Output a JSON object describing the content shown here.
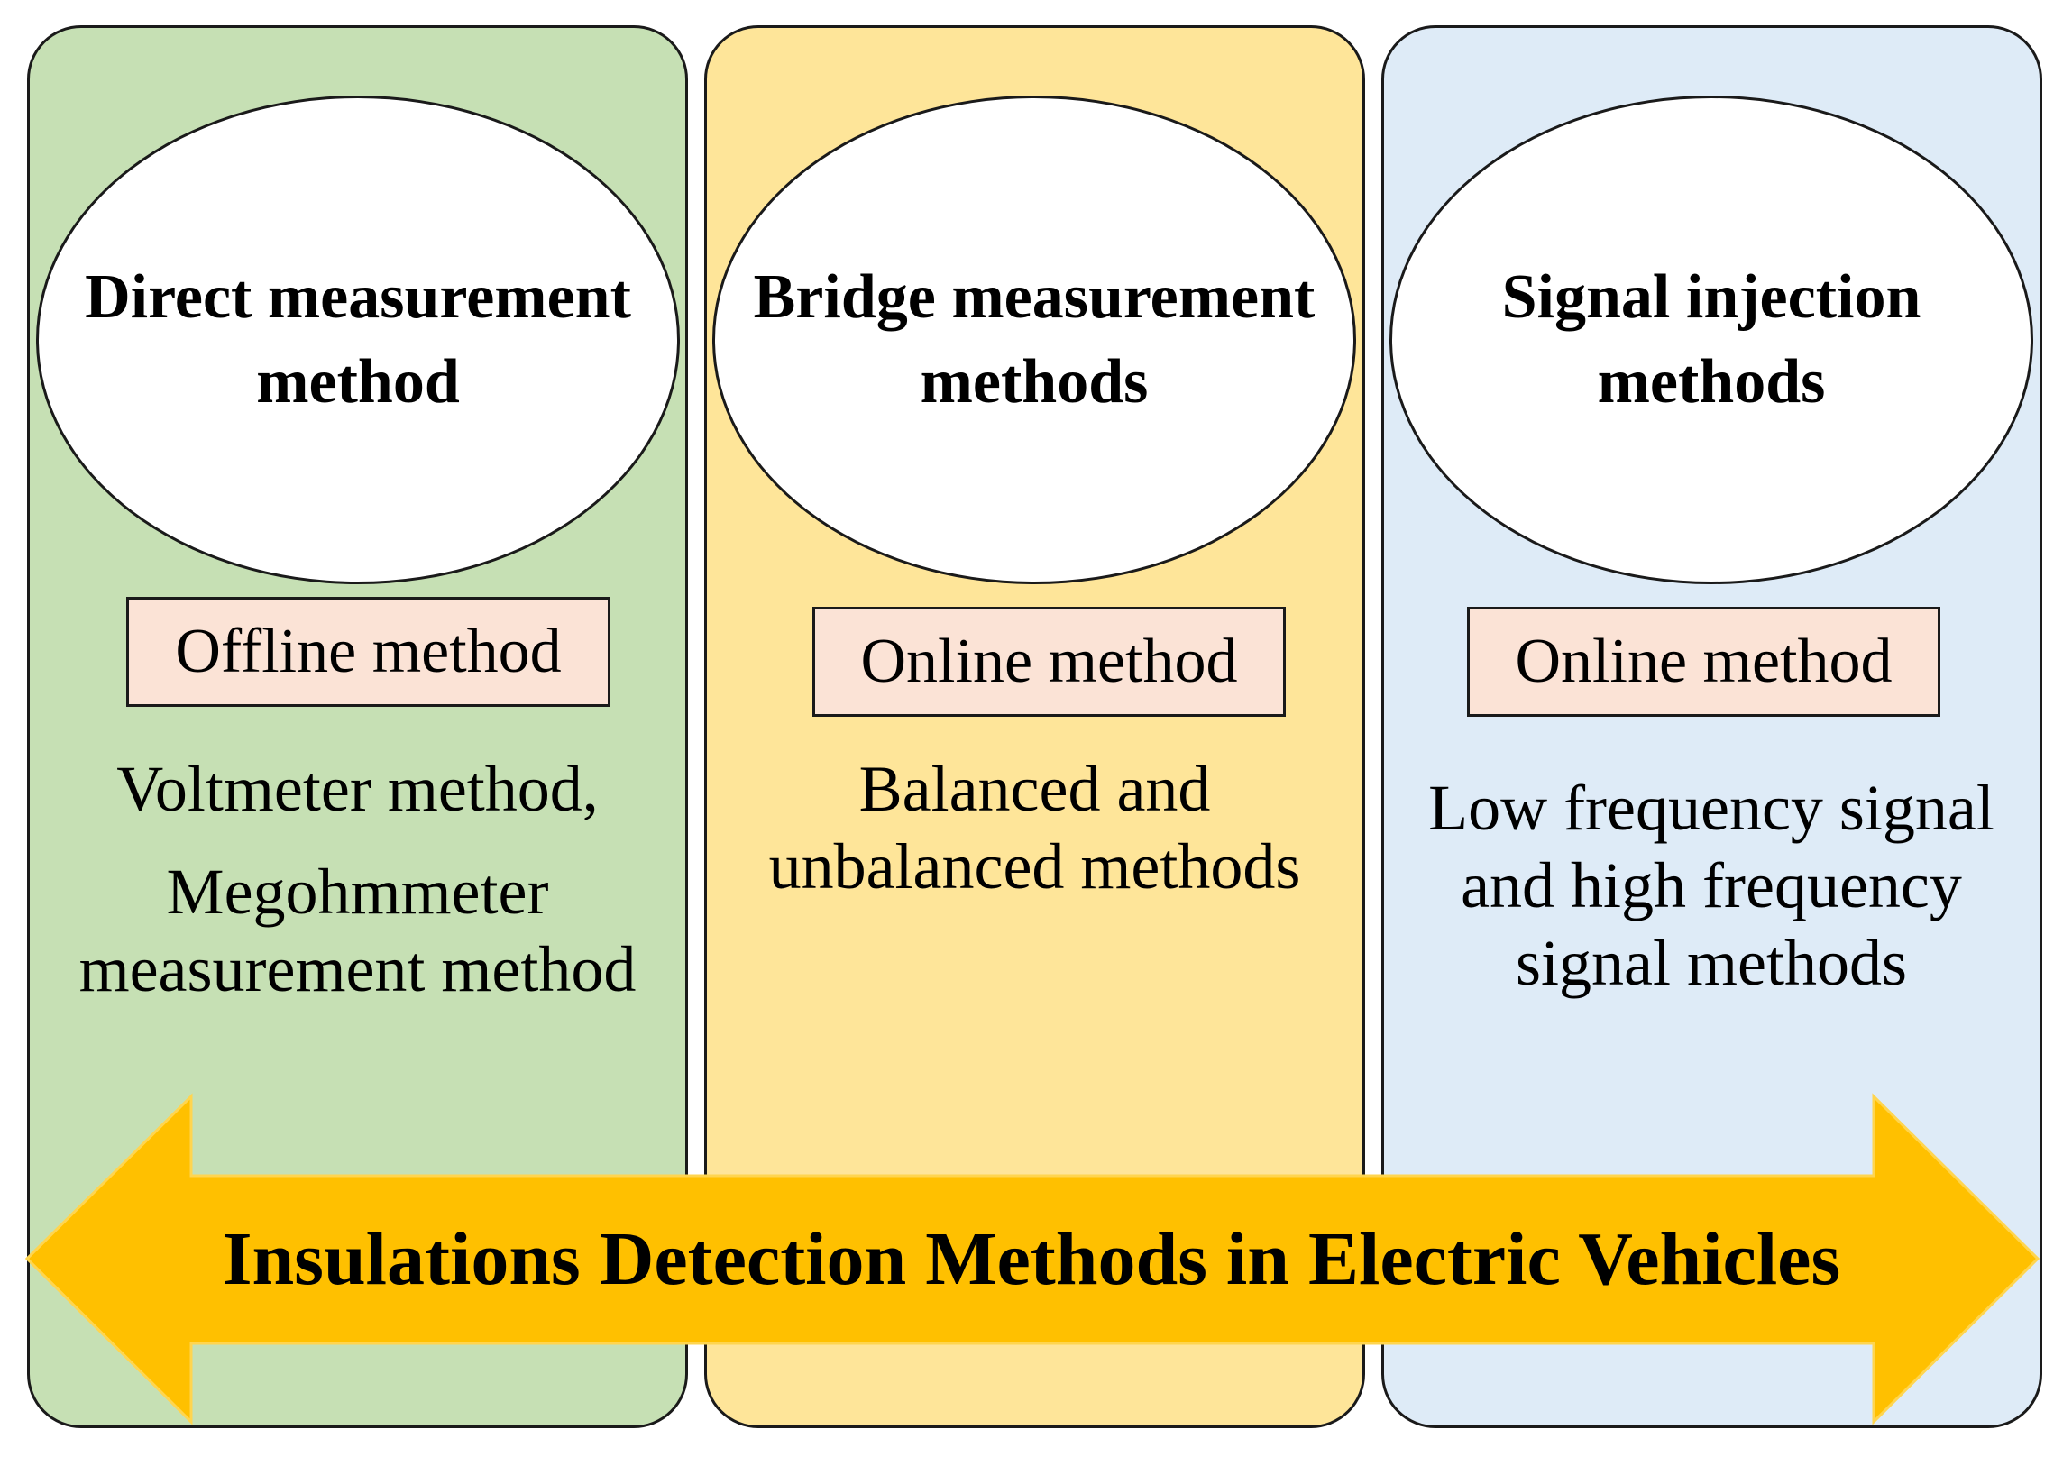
{
  "columns": [
    {
      "heading": "Direct measurement method",
      "mode": "Offline method",
      "examples_line1": "Voltmeter method,",
      "examples_line2": "Megohmmeter measurement method",
      "color": "#c6e0b4"
    },
    {
      "heading": "Bridge measurement methods",
      "mode": "Online method",
      "examples": "Balanced and unbalanced methods",
      "color": "#fee599"
    },
    {
      "heading": "Signal injection methods",
      "mode": "Online method",
      "examples": "Low frequency signal and high frequency signal methods",
      "color": "#deebf7"
    }
  ],
  "arrow": {
    "label": "Insulations Detection Methods in Electric Vehicles",
    "color": "#ffc000",
    "direction": "double-headed horizontal"
  },
  "tag_color": "#fbe3d6"
}
